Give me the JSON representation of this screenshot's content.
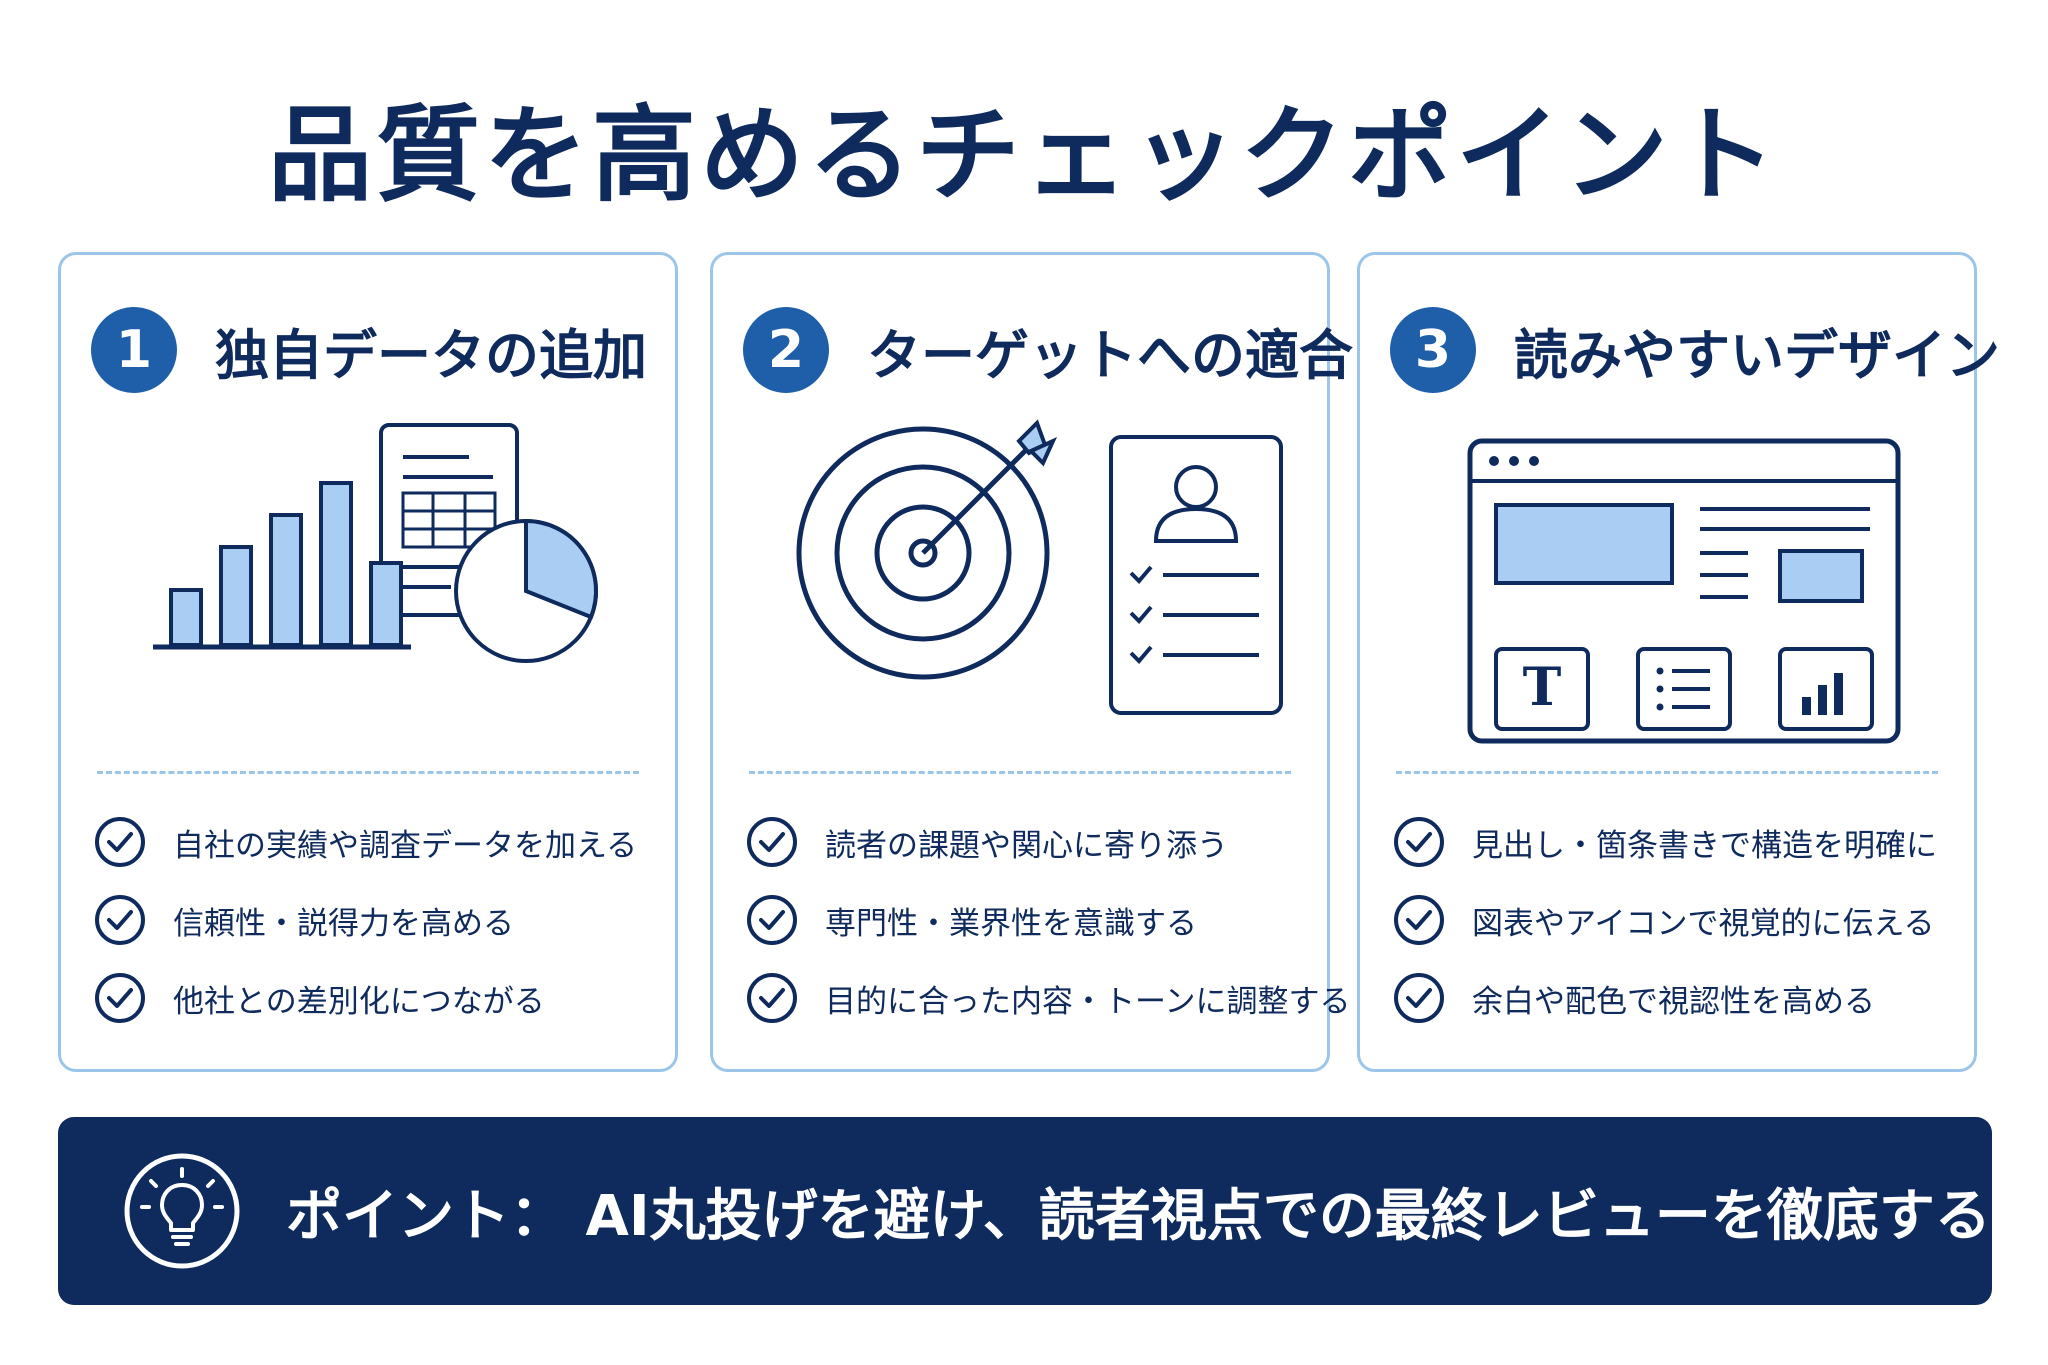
{
  "title": "品質を高めるチェックポイント",
  "colors": {
    "navy": "#0f2a5c",
    "accent_blue": "#1f5ea8",
    "light_blue": "#9cc5ea",
    "fill_blue": "#a9cdf3"
  },
  "cards": [
    {
      "number": "1",
      "title": "独自データの追加",
      "illustration": "bar-chart-document-pie-icon",
      "items": [
        "自社の実績や調査データを加える",
        "信頼性・説得力を高める",
        "他社との差別化につながる"
      ]
    },
    {
      "number": "2",
      "title": "ターゲットへの適合",
      "illustration": "target-persona-checklist-icon",
      "items": [
        "読者の課題や関心に寄り添う",
        "専門性・業界性を意識する",
        "目的に合った内容・トーンに調整する"
      ]
    },
    {
      "number": "3",
      "title": "読みやすいデザイン",
      "illustration": "browser-layout-icon",
      "items": [
        "見出し・箇条書きで構造を明確に",
        "図表やアイコンで視覚的に伝える",
        "余白や配色で視認性を高める"
      ]
    }
  ],
  "banner": {
    "icon": "lightbulb-icon",
    "text": "ポイント： AI丸投げを避け、読者視点での最終レビューを徹底する"
  }
}
